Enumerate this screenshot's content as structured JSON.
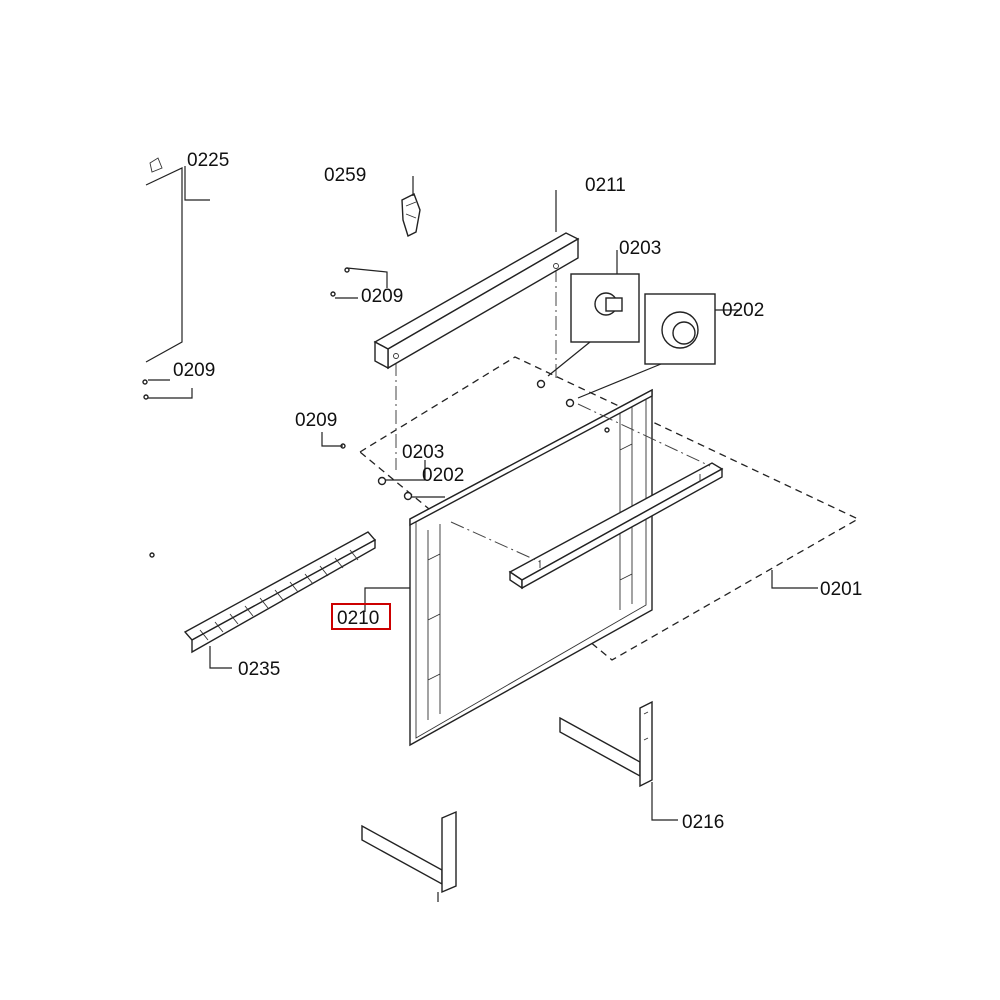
{
  "labels": {
    "l0225": "0225",
    "l0259": "0259",
    "l0211": "0211",
    "l0203_detail": "0203",
    "l0209_top": "0209",
    "l0202_detail": "0202",
    "l0209_left": "0209",
    "l0209_mid": "0209",
    "l0203": "0203",
    "l0202": "0202",
    "l0201": "0201",
    "l0210": "0210",
    "l0235": "0235",
    "l0216": "0216"
  },
  "colors": {
    "highlight": "#cc0000",
    "line": "#222222",
    "background": "#ffffff"
  }
}
